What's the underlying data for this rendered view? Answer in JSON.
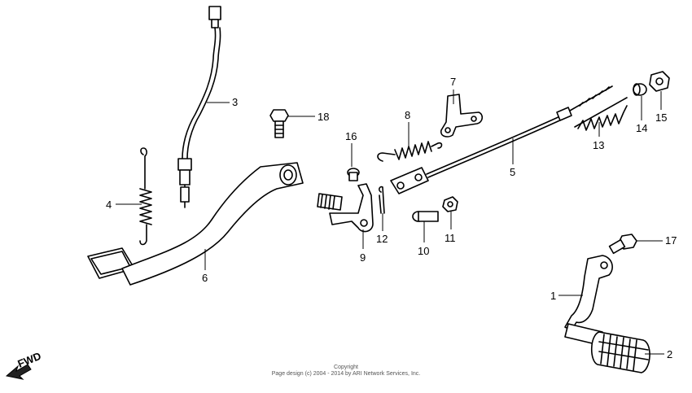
{
  "callouts": [
    {
      "id": "1",
      "label": "1"
    },
    {
      "id": "2",
      "label": "2"
    },
    {
      "id": "3",
      "label": "3"
    },
    {
      "id": "4",
      "label": "4"
    },
    {
      "id": "5",
      "label": "5"
    },
    {
      "id": "6",
      "label": "6"
    },
    {
      "id": "7",
      "label": "7"
    },
    {
      "id": "8",
      "label": "8"
    },
    {
      "id": "9",
      "label": "9"
    },
    {
      "id": "10",
      "label": "10"
    },
    {
      "id": "11",
      "label": "11"
    },
    {
      "id": "12",
      "label": "12"
    },
    {
      "id": "13",
      "label": "13"
    },
    {
      "id": "14",
      "label": "14"
    },
    {
      "id": "15",
      "label": "15"
    },
    {
      "id": "16",
      "label": "16"
    },
    {
      "id": "17",
      "label": "17"
    },
    {
      "id": "18",
      "label": "18"
    }
  ],
  "fwd_label": "FWD",
  "copyright": {
    "line1": "Copyright",
    "line2": "Page design (c) 2004 - 2014 by ARI Network Services, Inc."
  }
}
